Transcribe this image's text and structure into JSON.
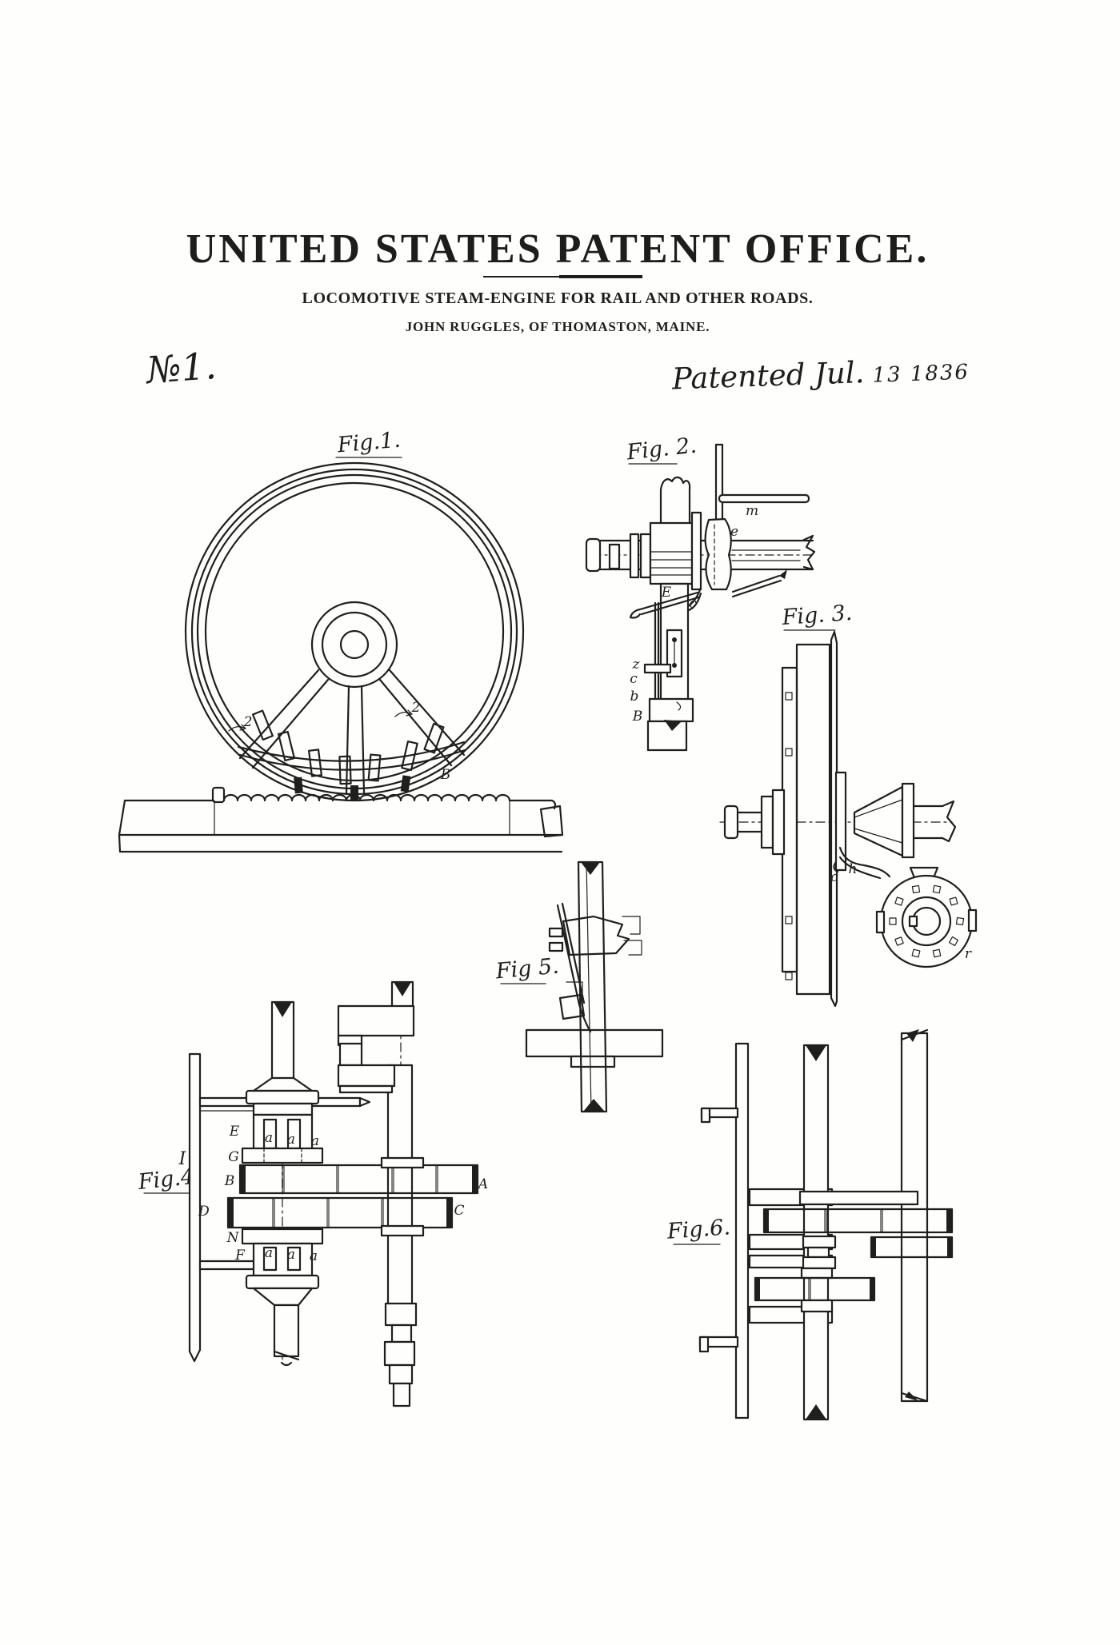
{
  "header": {
    "office": "UNITED STATES PATENT OFFICE.",
    "invention_title": "LOCOMOTIVE STEAM-ENGINE FOR RAIL AND OTHER ROADS.",
    "inventor_line": "JOHN RUGGLES, OF THOMASTON, MAINE.",
    "patent_number": "№1.",
    "patent_date_script": "Patented Jul.",
    "patent_date_numerals": "13 1836"
  },
  "colors": {
    "ink": "#1f1f1d",
    "paper": "#fefefd"
  },
  "figures": {
    "fig1": {
      "label": "Fig.1.",
      "annotations": [
        "2",
        "2",
        "B"
      ]
    },
    "fig2": {
      "label": "Fig. 2.",
      "annotations": [
        "m",
        "e",
        "E",
        "c",
        "z",
        "c",
        "b",
        "B"
      ]
    },
    "fig3": {
      "label": "Fig. 3.",
      "annotations": [
        "c",
        "h",
        "r"
      ]
    },
    "fig4": {
      "label": "Fig.4.",
      "annotations": [
        "I",
        "E",
        "a",
        "a",
        "a",
        "G",
        "B",
        "A",
        "D",
        "C",
        "N",
        "F",
        "a",
        "a",
        "a"
      ]
    },
    "fig5": {
      "label": "Fig 5."
    },
    "fig6": {
      "label": "Fig.6."
    }
  }
}
